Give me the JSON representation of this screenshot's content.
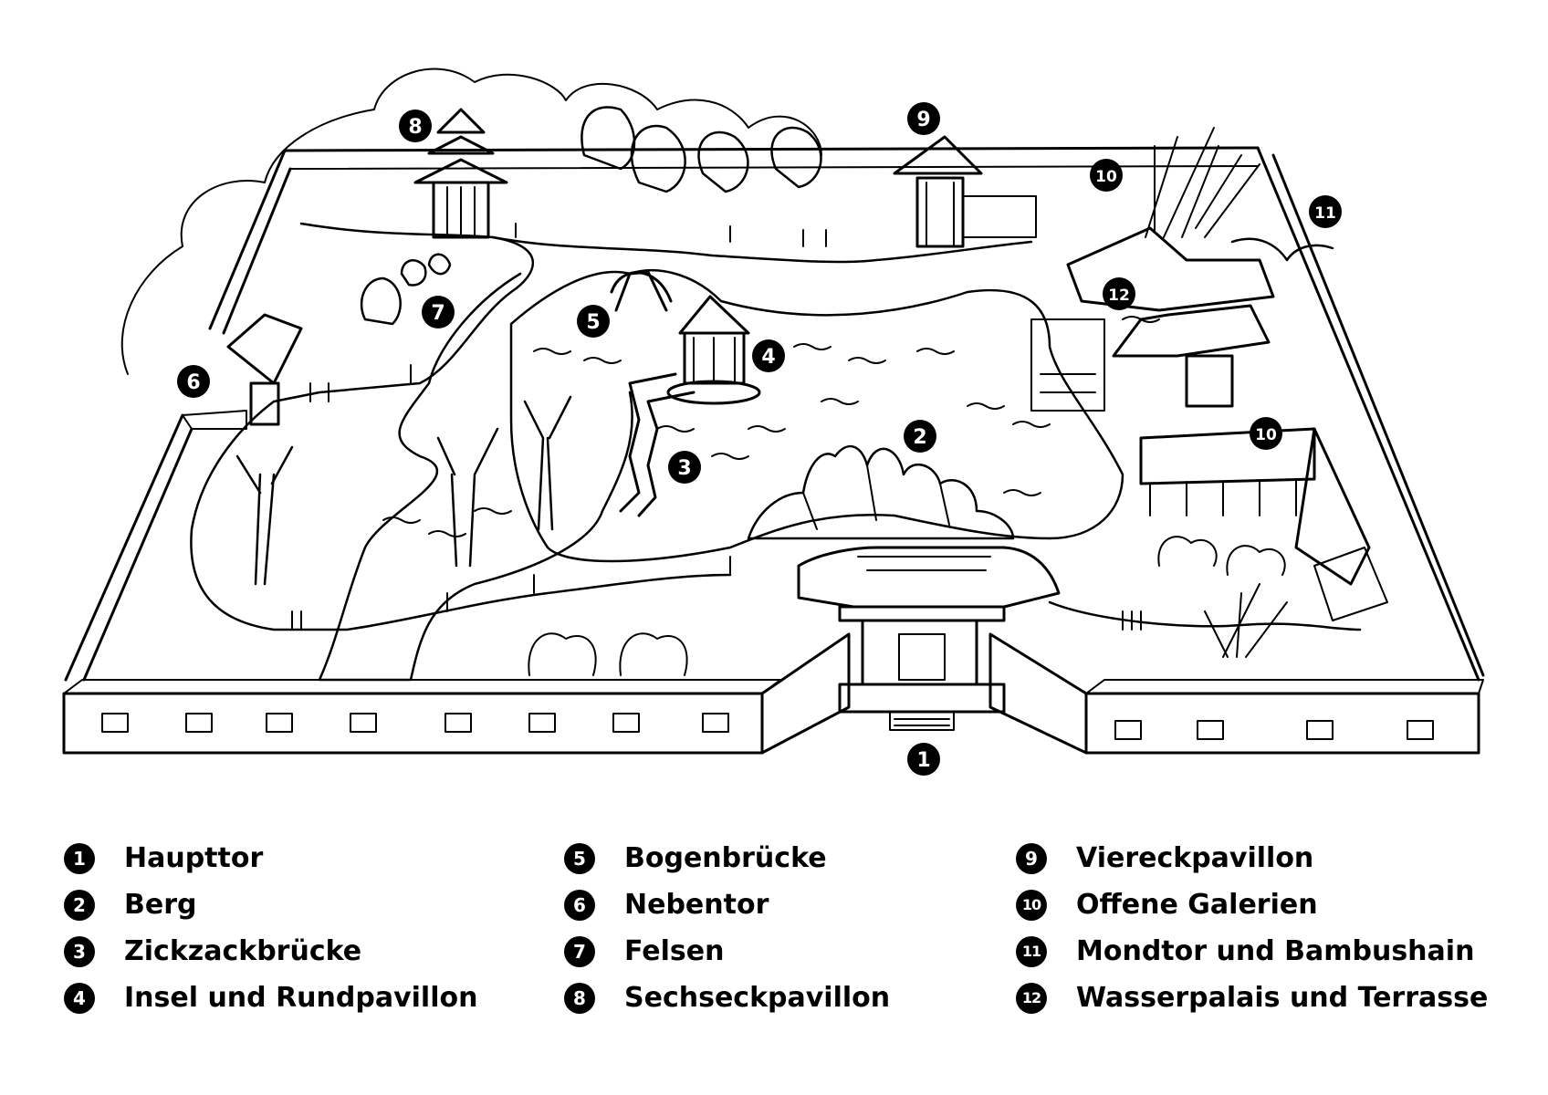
{
  "markers": [
    {
      "num": "1"
    },
    {
      "num": "2"
    },
    {
      "num": "3"
    },
    {
      "num": "4"
    },
    {
      "num": "5"
    },
    {
      "num": "6"
    },
    {
      "num": "7"
    },
    {
      "num": "8"
    },
    {
      "num": "9"
    },
    {
      "num": "10"
    },
    {
      "num": "11"
    },
    {
      "num": "12"
    }
  ],
  "legend": {
    "col1": [
      {
        "num": "1",
        "label": "Haupttor"
      },
      {
        "num": "2",
        "label": "Berg"
      },
      {
        "num": "3",
        "label": "Zickzackbrücke"
      },
      {
        "num": "4",
        "label": "Insel und Rundpavillon"
      }
    ],
    "col2": [
      {
        "num": "5",
        "label": "Bogenbrücke"
      },
      {
        "num": "6",
        "label": "Nebentor"
      },
      {
        "num": "7",
        "label": "Felsen"
      },
      {
        "num": "8",
        "label": "Sechseckpavillon"
      }
    ],
    "col3": [
      {
        "num": "9",
        "label": "Viereckpavillon"
      },
      {
        "num": "10",
        "label": "Offene Galerien"
      },
      {
        "num": "11",
        "label": "Mondtor und Bambushain"
      },
      {
        "num": "12",
        "label": "Wasserpalais und Terrasse"
      }
    ]
  },
  "colors": {
    "ink": "#000000",
    "paper": "#ffffff"
  }
}
